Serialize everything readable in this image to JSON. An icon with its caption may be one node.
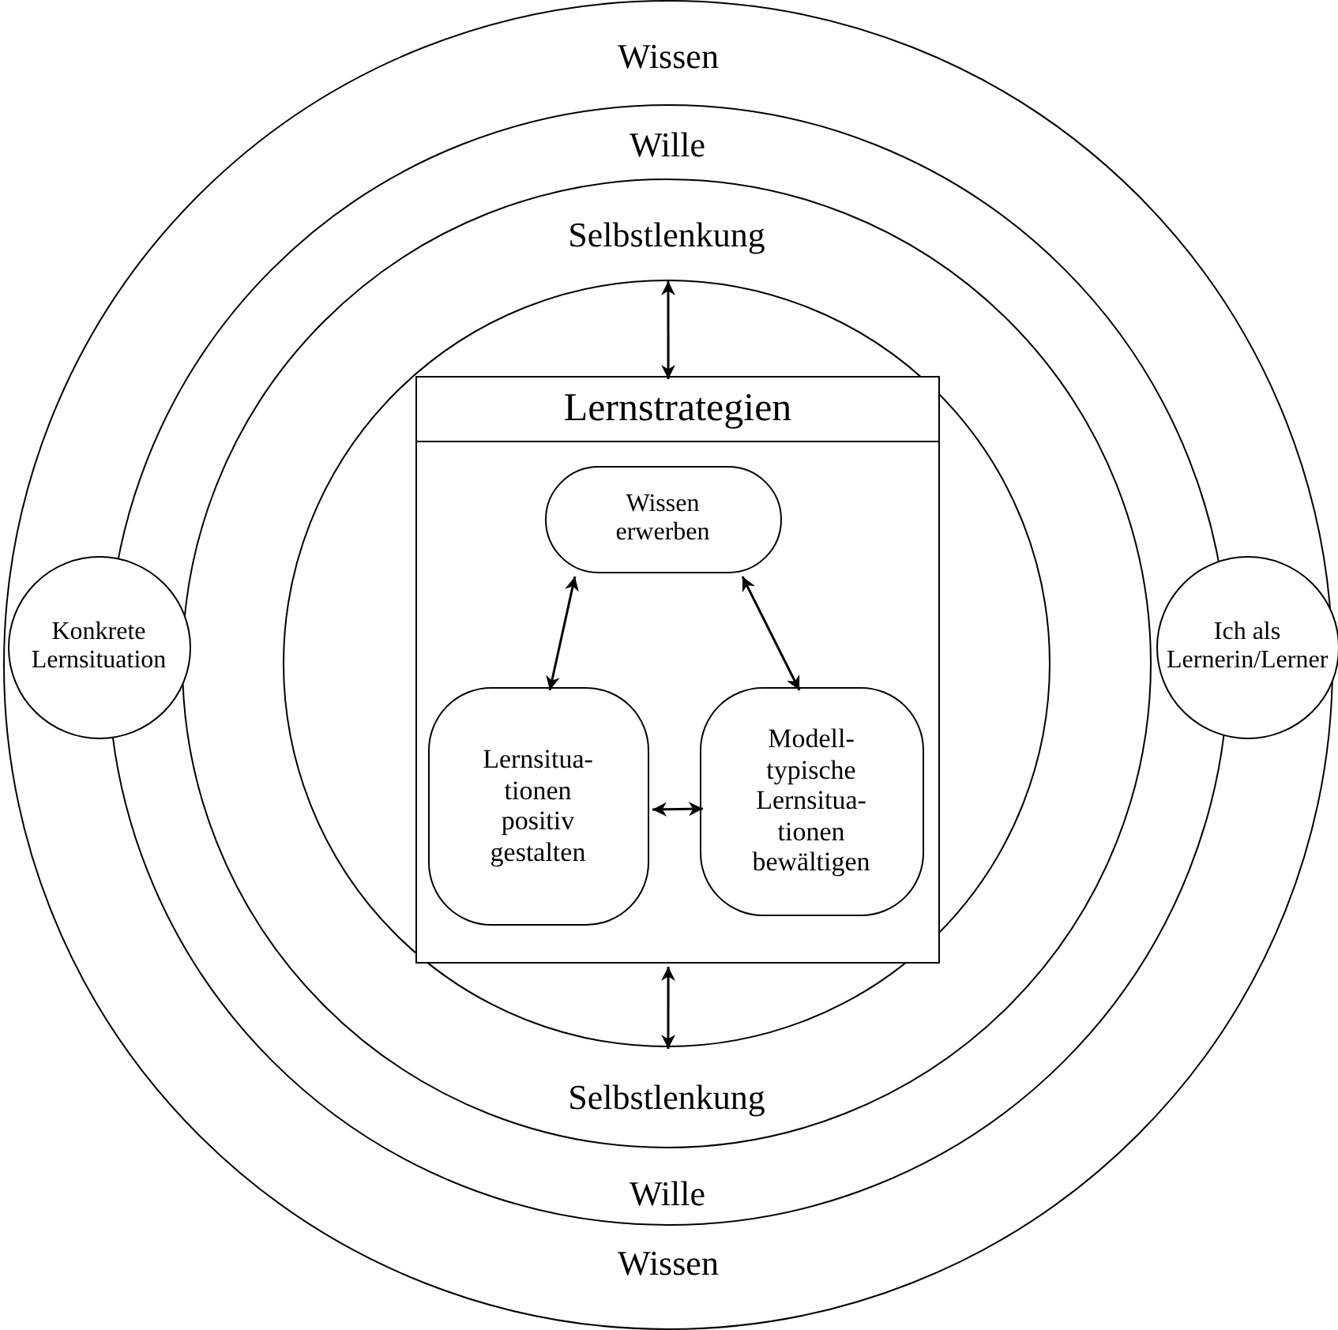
{
  "diagram": {
    "nodes": [
      {
        "text": [
          "Wissen",
          "Wissen"
        ]
      },
      {
        "text": [
          "Wille",
          "Wille"
        ],
        "in": 0
      },
      {
        "text": [
          "Selbstlenkung",
          "Selbstlenkung"
        ],
        "in": 1
      },
      {
        "text": [],
        "shape": "circle",
        "in": 2
      },
      {
        "text": [
          "Lernstrategien"
        ],
        "in": 3
      },
      {
        "text": [
          "Wissen erwerben"
        ],
        "in": 4
      },
      {
        "text": [
          "Lernsitua- tionen positiv gestalten"
        ],
        "in": 4
      },
      {
        "text": [
          "Modell- typische Lernsitua- tionen bewältigen"
        ],
        "in": 4
      },
      {
        "text": [
          "Konkrete Lernsituation"
        ],
        "in": 0
      },
      {
        "text": [
          "Ich als Lernerin/Lerner"
        ],
        "in": 0
      }
    ],
    "edges": [
      {
        "from": 3,
        "to": 4,
        "arrow": "both"
      },
      {
        "from": 4,
        "to": 3,
        "arrow": "both"
      },
      {
        "from": 5,
        "to": 6,
        "arrow": "both"
      },
      {
        "from": 5,
        "to": 7,
        "arrow": "both"
      },
      {
        "from": 6,
        "to": 7,
        "arrow": "both"
      }
    ]
  }
}
